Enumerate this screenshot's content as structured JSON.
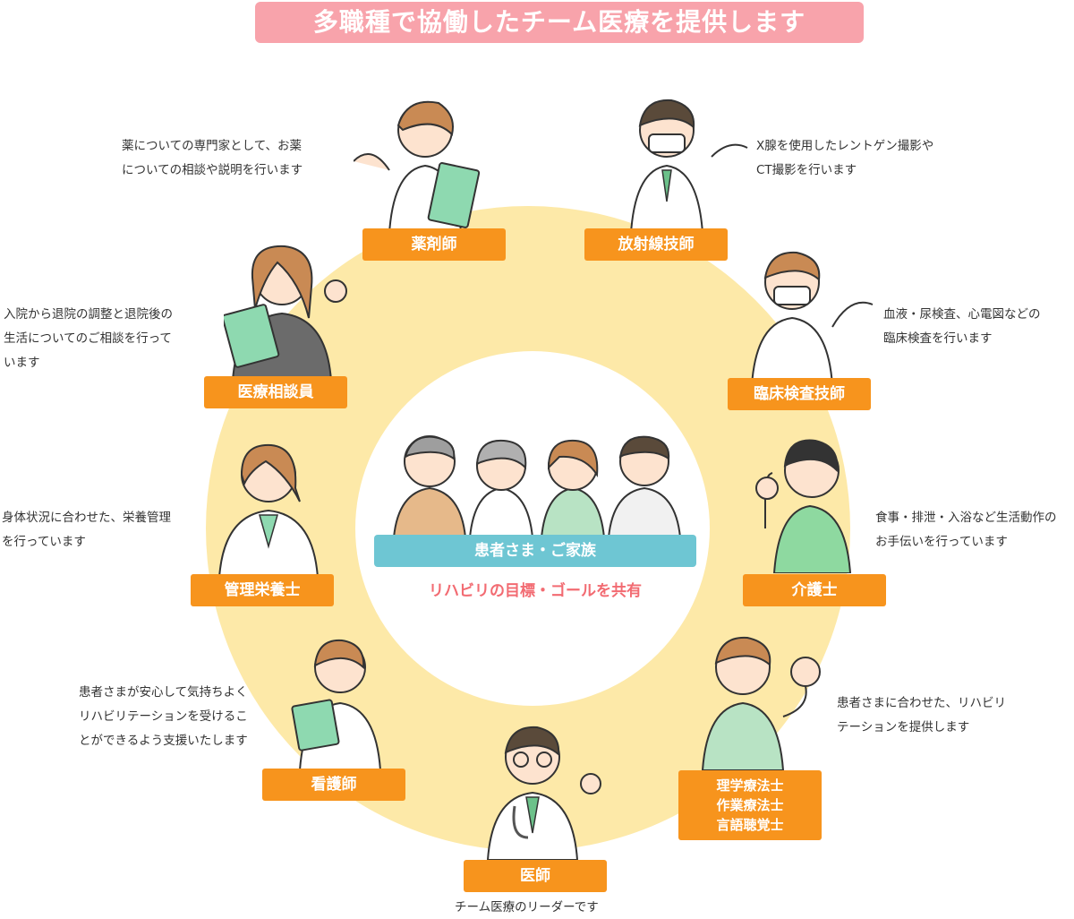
{
  "title": "多職種で協働したチーム医療を提供します",
  "center": {
    "label": "患者さま・ご家族",
    "goal": "リハビリの目標・ゴールを共有"
  },
  "roles": {
    "pharmacist": {
      "label": "薬剤師",
      "desc": [
        "薬についての専門家として、お薬",
        "についての相談や説明を行います"
      ]
    },
    "radiology": {
      "label": "放射線技師",
      "desc": [
        "X腺を使用したレントゲン撮影や",
        "CT撮影を行います"
      ]
    },
    "consultant": {
      "label": "医療相談員",
      "desc": [
        "入院から退院の調整と退院後の",
        "生活についてのご相談を行って",
        "います"
      ]
    },
    "lab": {
      "label": "臨床検査技師",
      "desc": [
        "血液・尿検査、心電図などの",
        "臨床検査を行います"
      ]
    },
    "dietitian": {
      "label": "管理栄養士",
      "desc": [
        "身体状況に合わせた、栄養管理",
        "を行っています"
      ]
    },
    "caregiver": {
      "label": "介護士",
      "desc": [
        "食事・排泄・入浴など生活動作の",
        "お手伝いを行っています"
      ]
    },
    "nurse": {
      "label": "看護師",
      "desc": [
        "患者さまが安心して気持ちよく",
        "リハビリテーションを受けるこ",
        "とができるよう支援いたします"
      ]
    },
    "therapist": {
      "labels": [
        "理学療法士",
        "作業療法士",
        "言語聴覚士"
      ],
      "desc": [
        "患者さまに合わせた、リハビリ",
        "テーションを提供します"
      ]
    },
    "doctor": {
      "label": "医師",
      "desc": [
        "チーム医療のリーダーです"
      ]
    }
  },
  "colors": {
    "title_bg": "#f8a3ab",
    "ring": "#fde9a8",
    "role_bg": "#f7941d",
    "patient_band": "#6ec6d3",
    "goal_text": "#f26b72"
  }
}
